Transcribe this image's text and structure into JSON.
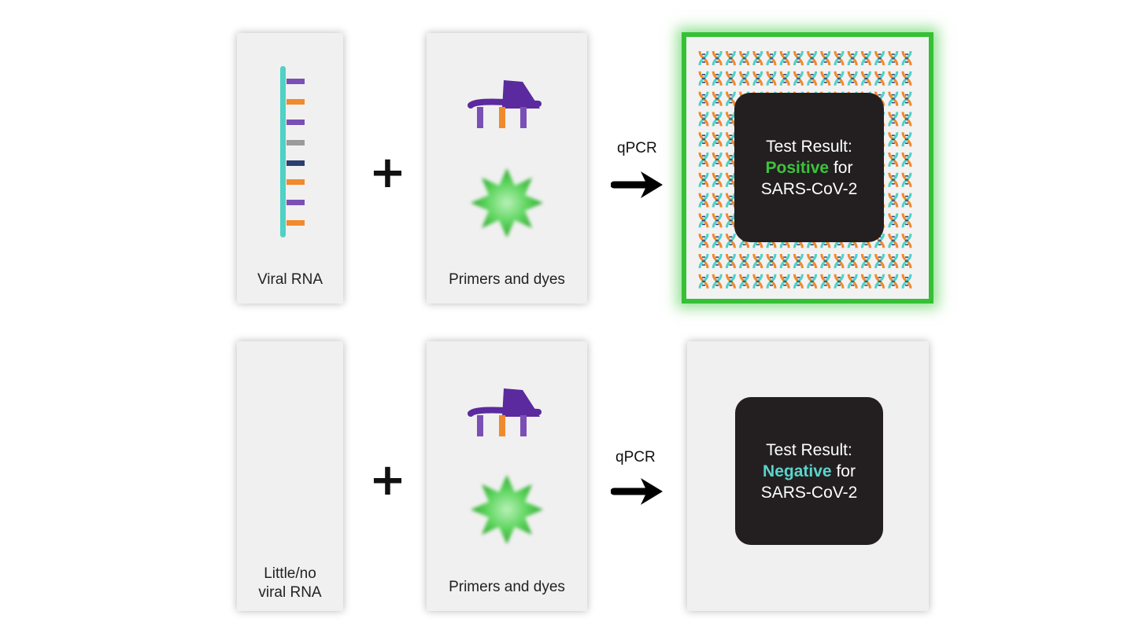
{
  "rows": [
    {
      "sample_label": "Viral RNA",
      "reagent_label": "Primers and dyes",
      "step_label": "qPCR",
      "result": {
        "line1": "Test Result:",
        "word": "Positive",
        "word_color": "#3cc43c",
        "after": "for",
        "line3": "SARS-CoV-2"
      }
    },
    {
      "sample_label_line1": "Little/no",
      "sample_label_line2": "viral RNA",
      "reagent_label": "Primers and dyes",
      "step_label": "qPCR",
      "result": {
        "line1": "Test Result:",
        "word": "Negative",
        "word_color": "#5ad4cc",
        "after": "for",
        "line3": "SARS-CoV-2"
      }
    }
  ],
  "plus_symbol": "+",
  "colors": {
    "rna_backbone": "#4fd1c5",
    "base_purple": "#7b4fb5",
    "base_orange": "#f08a2c",
    "base_gray": "#9a9a9a",
    "base_navy": "#2c3e6e",
    "primer_purple": "#5a2a9e",
    "dye_green": "#3cc43c",
    "positive_glow": "#35c035",
    "result_bg": "#231f20"
  }
}
